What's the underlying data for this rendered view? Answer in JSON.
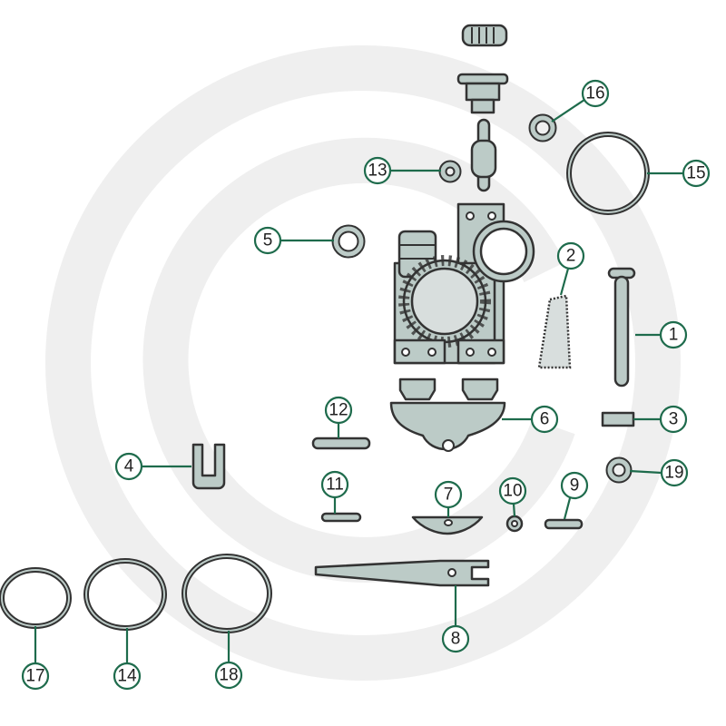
{
  "diagram": {
    "colors": {
      "part_fill": "#bccbc7",
      "outline": "#333333",
      "callout": "#1e6b4c",
      "watermark": "#efefef"
    },
    "callouts": {
      "c1": "1",
      "c2": "2",
      "c3": "3",
      "c4": "4",
      "c5": "5",
      "c6": "6",
      "c7": "7",
      "c8": "8",
      "c9": "9",
      "c10": "10",
      "c11": "11",
      "c12": "12",
      "c13": "13",
      "c14": "14",
      "c15": "15",
      "c16": "16",
      "c17": "17",
      "c18": "18",
      "c19": "19"
    }
  }
}
